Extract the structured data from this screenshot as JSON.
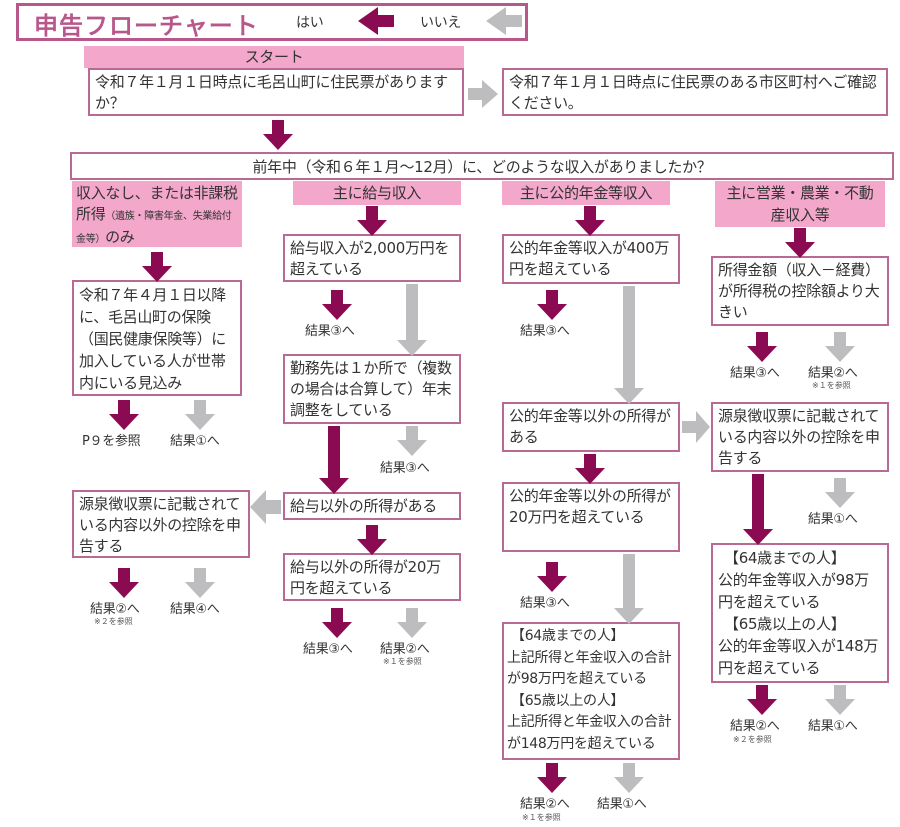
{
  "header": {
    "title": "申告フローチャート",
    "legend_yes": "はい",
    "legend_no": "いいえ",
    "colors": {
      "yes_arrow": "#8b0b52",
      "no_arrow": "#bdbdbf",
      "accent": "#b8578a",
      "label_fill": "#f2a7cb",
      "box_border": "#b86a95"
    }
  },
  "start": {
    "label": "スタート",
    "question": "令和７年１月１日時点に毛呂山町に住民票がありますか？",
    "no_result": "令和７年１月１日時点に住民票のある市区町村へご確認ください。"
  },
  "income_question": "前年中（令和６年１月～12月）に、どのような収入がありましたか？",
  "columns": {
    "none": {
      "label_main": "収入なし、または非課税所得",
      "label_small": "（遺族・障害年金、失業給付金等）",
      "label_tail": "のみ",
      "q1": "令和７年４月１日以降に、毛呂山町の保険（国民健康保険等）に加入している人が世帯内にいる見込み",
      "q1_yes": "P９を参照",
      "q1_no": "結果①へ",
      "deduction": "源泉徴収票に記載されている内容以外の控除を申告する",
      "deduction_yes": "結果②へ",
      "deduction_yes_note": "※２を参照",
      "deduction_no": "結果④へ"
    },
    "salary": {
      "label": "主に給与収入",
      "q1": "給与収入が2,000万円を超えている",
      "q1_yes": "結果③へ",
      "q2": "勤務先は１か所で（複数の場合は合算して）年末調整をしている",
      "q2_no": "結果③へ",
      "q3": "給与以外の所得がある",
      "q4": "給与以外の所得が20万円を超えている",
      "q4_yes": "結果③へ",
      "q4_no": "結果②へ",
      "q4_no_note": "※１を参照"
    },
    "pension": {
      "label": "主に公的年金等収入",
      "q1": "公的年金等収入が400万円を超えている",
      "q1_yes": "結果③へ",
      "q2": "公的年金等以外の所得がある",
      "q3": "公的年金等以外の所得が20万円を超えている",
      "q3_yes": "結果③へ",
      "q4_h1": "【64歳までの人】",
      "q4_t1": "上記所得と年金収入の合計が98万円を超えている",
      "q4_h2": "【65歳以上の人】",
      "q4_t2": "上記所得と年金収入の合計が148万円を超えている",
      "q4_yes": "結果②へ",
      "q4_yes_note": "※１を参照",
      "q4_no": "結果①へ"
    },
    "business": {
      "label": "主に営業・農業・不動産収入等",
      "q1": "所得金額（収入－経費）が所得税の控除額より大きい",
      "q1_yes": "結果③へ",
      "q1_no": "結果②へ",
      "q1_no_note": "※１を参照",
      "deduction": "源泉徴収票に記載されている内容以外の控除を申告する",
      "deduction_no": "結果①へ",
      "q2_h1": "【64歳までの人】",
      "q2_t1": "公的年金等収入が98万円を超えている",
      "q2_h2": "【65歳以上の人】",
      "q2_t2": "公的年金等収入が148万円を超えている",
      "q2_yes": "結果②へ",
      "q2_yes_note": "※２を参照",
      "q2_no": "結果①へ"
    }
  }
}
